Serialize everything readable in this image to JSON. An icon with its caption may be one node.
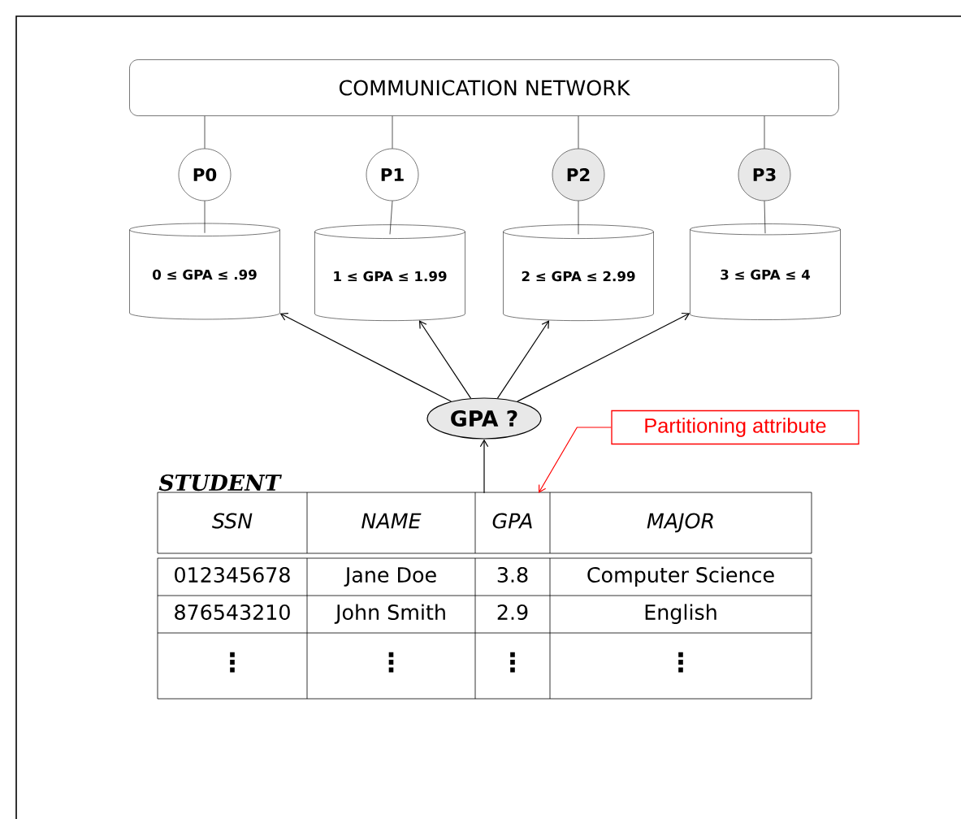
{
  "diagram": {
    "nodes": [
      {
        "text": [
          "COMMUNICATION NETWORK"
        ]
      },
      {
        "text": [
          "P0"
        ]
      },
      {
        "text": [
          "P1"
        ]
      },
      {
        "text": [
          "P2"
        ]
      },
      {
        "text": [
          "P3"
        ]
      },
      {
        "text": [
          "0 ≤ GPA ≤ .99"
        ]
      },
      {
        "text": [
          "1 ≤ GPA ≤ 1.99"
        ]
      },
      {
        "text": [
          "2 ≤ GPA ≤ 2.99"
        ]
      },
      {
        "text": [
          "3 ≤ GPA ≤ 4"
        ]
      },
      {
        "text": [
          "GPA ?"
        ]
      },
      {
        "text": [
          "STUDENT"
        ]
      },
      {
        "text": [
          "Partitioning attribute"
        ]
      },
      {
        "text": [
          "GPA"
        ]
      }
    ],
    "edges": [
      {
        "from": 0,
        "to": 1,
        "arrow": "none"
      },
      {
        "from": 0,
        "to": 2,
        "arrow": "none"
      },
      {
        "from": 0,
        "to": 3,
        "arrow": "none"
      },
      {
        "from": 0,
        "to": 4,
        "arrow": "none"
      },
      {
        "from": 1,
        "to": 5,
        "arrow": "none"
      },
      {
        "from": 2,
        "to": 6,
        "arrow": "none"
      },
      {
        "from": 3,
        "to": 7,
        "arrow": "none"
      },
      {
        "from": 4,
        "to": 8,
        "arrow": "none"
      },
      {
        "from": 9,
        "to": 5,
        "arrow": "to"
      },
      {
        "from": 9,
        "to": 6,
        "arrow": "to"
      },
      {
        "from": 9,
        "to": 7,
        "arrow": "to"
      },
      {
        "from": 9,
        "to": 8,
        "arrow": "to"
      },
      {
        "from": 12,
        "to": 9,
        "arrow": "to"
      },
      {
        "from": 11,
        "to": 12,
        "arrow": "to",
        "color": "#ff0000"
      }
    ],
    "labels": [
      "SSN",
      "NAME",
      "MAJOR",
      "012345678",
      "Jane Doe",
      "3.8",
      "Computer Science",
      "876543210",
      "John Smith",
      "2.9",
      "English",
      "⋮",
      "⋮",
      "⋮",
      "⋮"
    ]
  }
}
